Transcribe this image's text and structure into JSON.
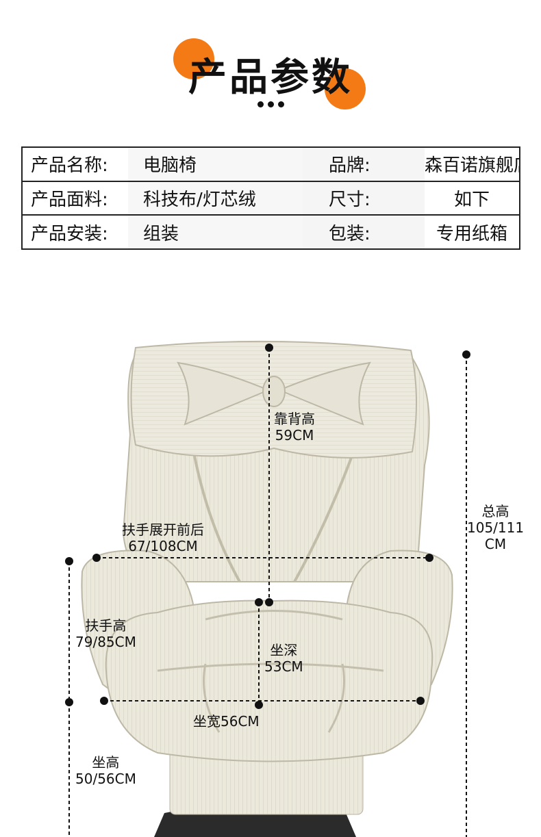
{
  "header": {
    "title": "产品参数",
    "accent_color": "#f47a16"
  },
  "spec_table": {
    "rows": [
      {
        "label1": "产品名称:",
        "value1": "电脑椅",
        "label2": "品牌:",
        "value2": "森百诺旗舰店"
      },
      {
        "label1": "产品面料:",
        "value1": "科技布/灯芯绒",
        "label2": "尺寸:",
        "value2": "如下"
      },
      {
        "label1": "产品安装:",
        "value1": "组装",
        "label2": "包装:",
        "value2": "专用纸箱"
      }
    ]
  },
  "dimensions": {
    "backrest_height": {
      "label": "靠背高",
      "value": "59CM"
    },
    "total_height": {
      "label": "总高",
      "value_line1": "105/111",
      "value_line2": "CM"
    },
    "armrest_span": {
      "label": "扶手展开前后",
      "value": "67/108CM"
    },
    "armrest_height": {
      "label": "扶手高",
      "value": "79/85CM"
    },
    "seat_depth": {
      "label": "坐深",
      "value": "53CM"
    },
    "seat_width": {
      "label": "坐宽56CM"
    },
    "seat_height": {
      "label": "坐高",
      "value": "50/56CM"
    }
  }
}
